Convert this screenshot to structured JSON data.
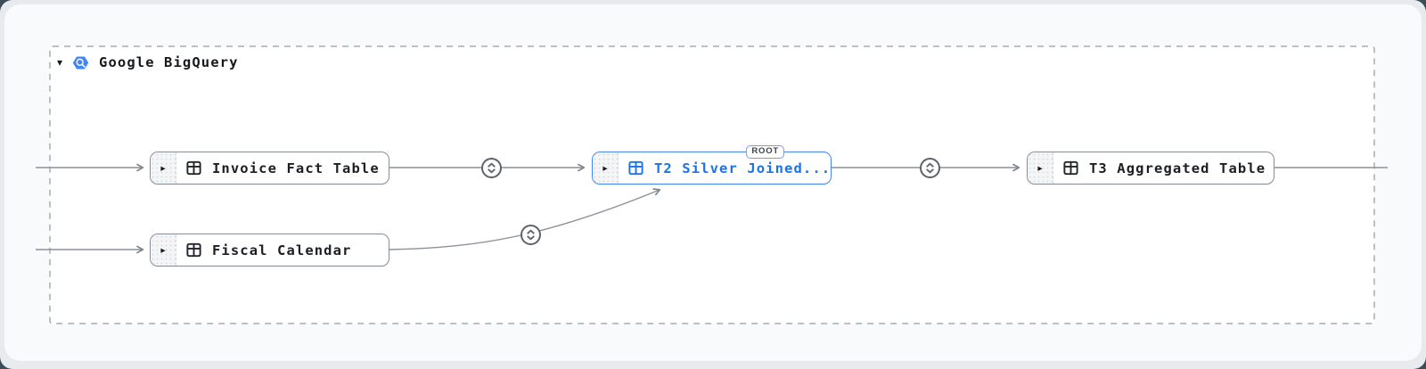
{
  "group": {
    "label": "Google BigQuery",
    "collapse_caret": "▾",
    "icon": "bigquery-hexagon-icon"
  },
  "nodes": {
    "invoice": {
      "label": "Invoice Fact Table",
      "caret": "▸",
      "icon": "table-icon"
    },
    "fiscal": {
      "label": "Fiscal Calendar",
      "caret": "▸",
      "icon": "table-icon"
    },
    "t2": {
      "label": "T2 Silver Joined...",
      "caret": "▸",
      "icon": "table-icon",
      "badge": "ROOT",
      "state": "selected-root"
    },
    "t3": {
      "label": "T3 Aggregated Table",
      "caret": "▸",
      "icon": "table-icon"
    }
  },
  "edges": [
    {
      "from": "offscreen-left",
      "to": "invoice",
      "arrow": true
    },
    {
      "from": "offscreen-left",
      "to": "fiscal",
      "arrow": true
    },
    {
      "from": "invoice",
      "to": "t2",
      "arrow": true,
      "expander_icon": "chevrons-up-down-icon"
    },
    {
      "from": "fiscal",
      "to": "t2",
      "arrow": true,
      "expander_icon": "chevrons-up-down-icon"
    },
    {
      "from": "t2",
      "to": "t3",
      "arrow": true,
      "expander_icon": "chevrons-up-down-icon"
    },
    {
      "from": "t3",
      "to": "offscreen-right",
      "arrow": false
    }
  ],
  "colors": {
    "page_bg": "#3d4d57",
    "frame_bg": "#e8ebee",
    "card_bg": "#f9fafb",
    "group_fill": "#ffffff",
    "group_dash": "#a7acb3",
    "accent_blue": "#4285f4",
    "accent_text_blue": "#1a73e8",
    "node_border": "#888e95",
    "edge_gray": "#8b9199",
    "expander_gray": "#5c636a"
  }
}
